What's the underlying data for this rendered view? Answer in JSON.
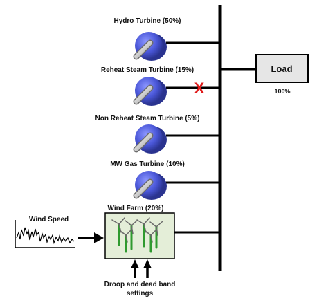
{
  "generators": {
    "hydro": "Hydro Turbine (50%)",
    "reheat": "Reheat Steam Turbine (15%)",
    "nonreheat": "Non Reheat Steam Turbine (5%)",
    "gas": "MW Gas Turbine (10%)",
    "wind_farm": "Wind Farm (20%)"
  },
  "load": {
    "label": "Load",
    "percent": "100%"
  },
  "wind_speed_label": "Wind Speed",
  "droop_label": [
    "Droop and dead band",
    "settings"
  ],
  "disconnected_mark": "X",
  "colors": {
    "turbine": "#4a57d8",
    "bus": "#000000",
    "load_box": "#e6e6e6",
    "wind_box": "#e4eed8",
    "tower": "#2f9a2f",
    "x_mark": "#e01b1b"
  }
}
